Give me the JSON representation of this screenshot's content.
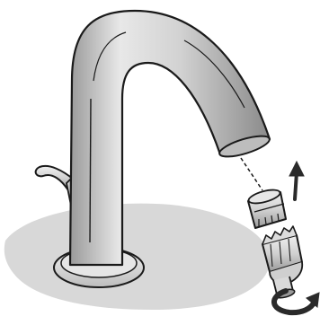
{
  "illustration": {
    "subject": "faucet-aerator-removal",
    "parts": [
      "faucet-spout",
      "lever-handle",
      "base-plate",
      "aerator-insert",
      "aerator-housing",
      "aerator-key"
    ],
    "arrows": [
      "lift-arrow",
      "rotate-arrow"
    ]
  },
  "colors": {
    "outline": "#1a1a1a",
    "metal_light": "#e9e9e9",
    "metal_mid": "#cfcfcf",
    "metal_dark": "#8e8e8e",
    "shadow": "#d6d6d6",
    "arrow": "#2a2a2a"
  }
}
